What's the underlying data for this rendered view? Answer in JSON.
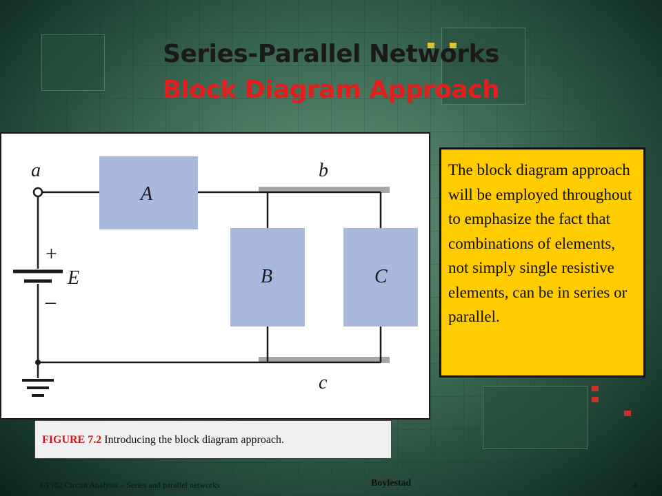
{
  "slide": {
    "title_line1": "Series-Parallel Networks",
    "title_line2": "Block Diagram Approach"
  },
  "figure": {
    "nodes": {
      "a": "a",
      "b": "b",
      "c": "c"
    },
    "source": {
      "label": "E",
      "plus": "+",
      "minus": "–"
    },
    "blocks": {
      "A": "A",
      "B": "B",
      "C": "C"
    },
    "caption_label": "FIGURE 7.2",
    "caption_text": " Introducing the block diagram approach.",
    "colors": {
      "block_fill": "#a9b9de",
      "wire": "#1a1a1a",
      "bus": "#a6a6a6"
    }
  },
  "callout": {
    "text": "The block diagram approach will be employed throughout to emphasize the fact that combinations of elements, not simply single resistive elements, can be in series or parallel.",
    "background": "#ffcc00"
  },
  "footer": {
    "left": "ET162 Circuit Analysis – Series and parallel networks",
    "center": "Boylestad",
    "right": "4"
  }
}
